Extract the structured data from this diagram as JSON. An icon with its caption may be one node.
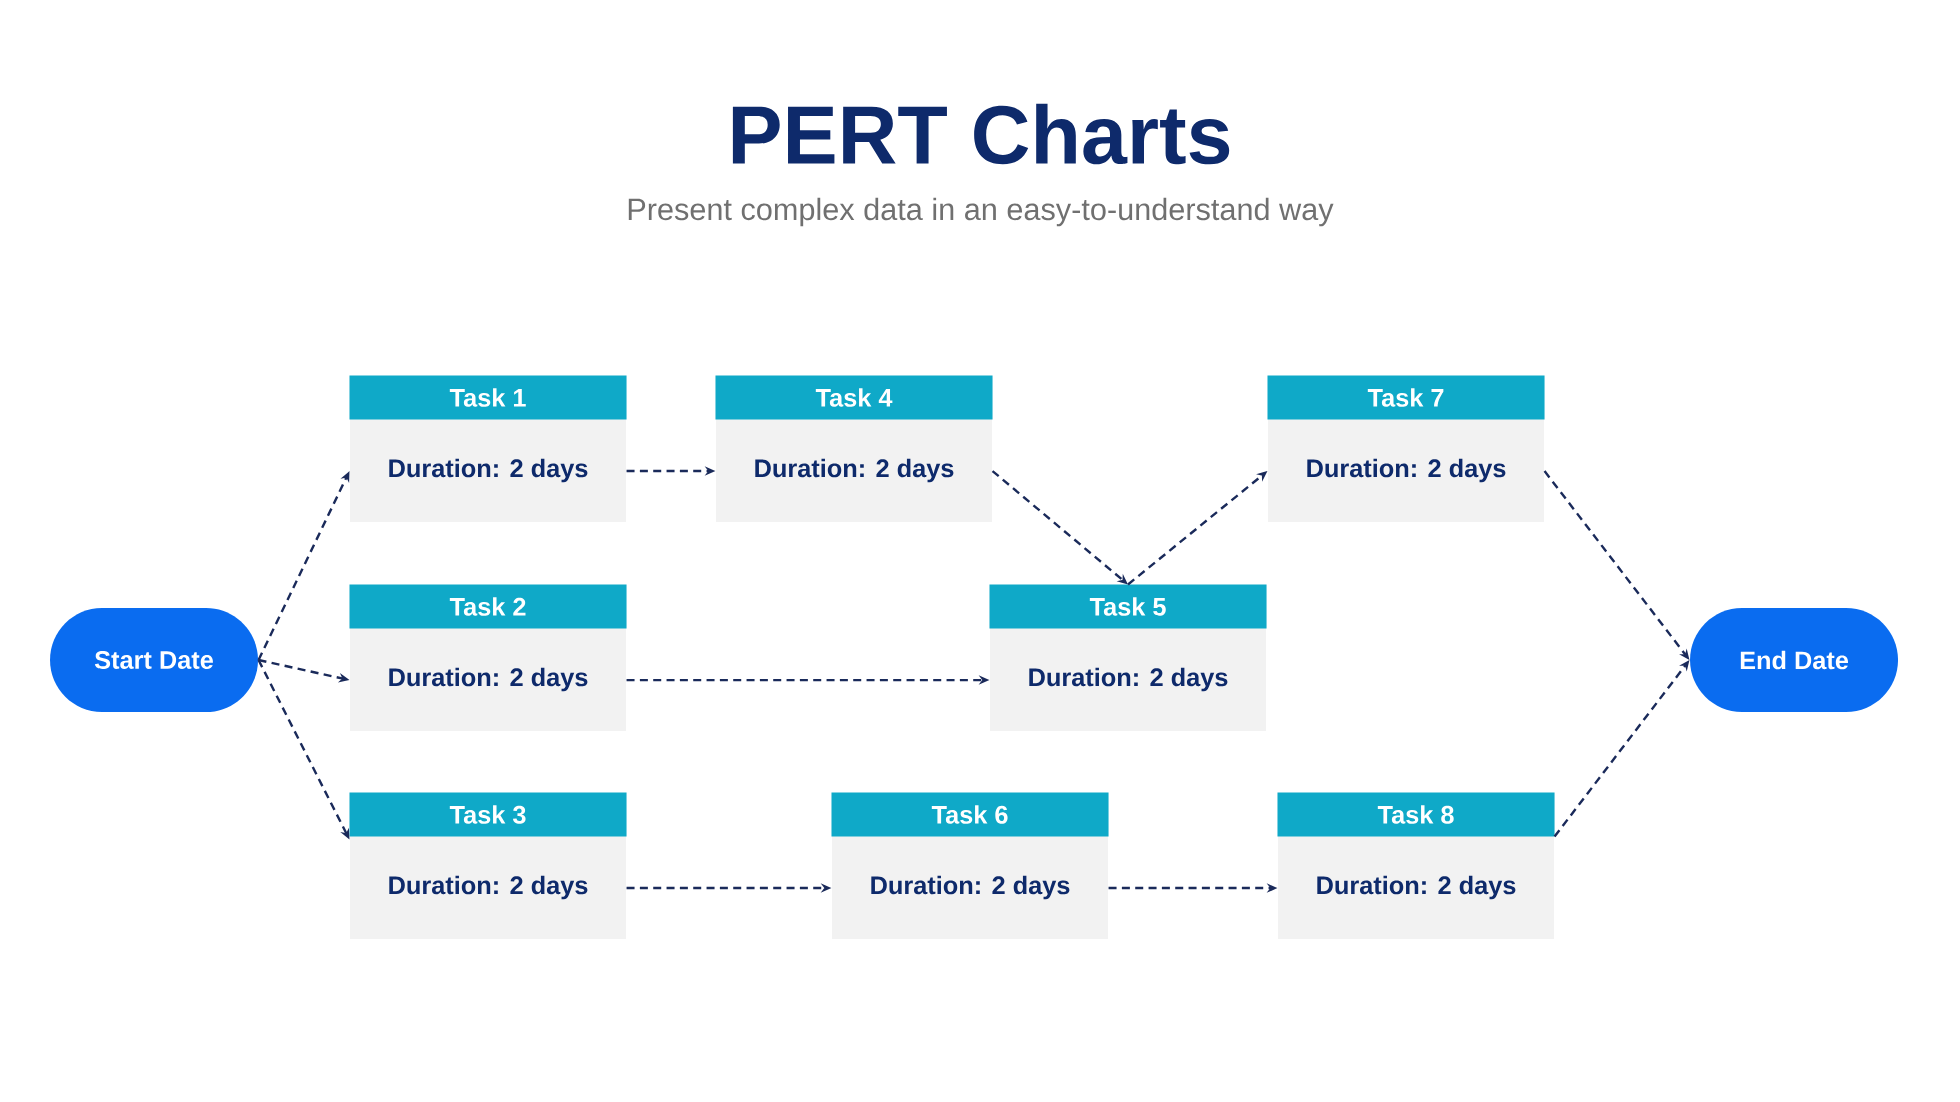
{
  "diagram": {
    "title": "PERT Charts",
    "nodes": [
      {
        "text": [
          "Start Date"
        ]
      },
      {
        "text": [
          "Task 1",
          "Duration: 2 days"
        ]
      },
      {
        "text": [
          "Task 2",
          "Duration: 2 days"
        ]
      },
      {
        "text": [
          "Task 3",
          "Duration: 2 days"
        ]
      },
      {
        "text": [
          "Task 4",
          "Duration: 2 days"
        ]
      },
      {
        "text": [
          "Task 5",
          "Duration: 2 days"
        ]
      },
      {
        "text": [
          "Task 6",
          "Duration: 2 days"
        ]
      },
      {
        "text": [
          "Task 7",
          "Duration: 2 days"
        ]
      },
      {
        "text": [
          "Task 8",
          "Duration: 2 days"
        ]
      },
      {
        "text": [
          "End Date"
        ]
      }
    ],
    "edges": [
      {
        "from": 0,
        "to": 1,
        "arrow": "to",
        "style": "dashed"
      },
      {
        "from": 0,
        "to": 2,
        "arrow": "to",
        "style": "dashed"
      },
      {
        "from": 0,
        "to": 3,
        "arrow": "to",
        "style": "dashed"
      },
      {
        "from": 1,
        "to": 4,
        "arrow": "to",
        "style": "dashed"
      },
      {
        "from": 4,
        "to": 5,
        "arrow": "to",
        "style": "dashed"
      },
      {
        "from": 5,
        "to": 7,
        "arrow": "to",
        "style": "dashed"
      },
      {
        "from": 2,
        "to": 5,
        "arrow": "to",
        "style": "dashed"
      },
      {
        "from": 3,
        "to": 6,
        "arrow": "to",
        "style": "dashed"
      },
      {
        "from": 6,
        "to": 8,
        "arrow": "to",
        "style": "dashed"
      },
      {
        "from": 7,
        "to": 9,
        "arrow": "to",
        "style": "dashed"
      },
      {
        "from": 8,
        "to": 9,
        "arrow": "to",
        "style": "dashed"
      }
    ],
    "labels": [
      "Present complex data in an easy-to-understand way"
    ]
  }
}
